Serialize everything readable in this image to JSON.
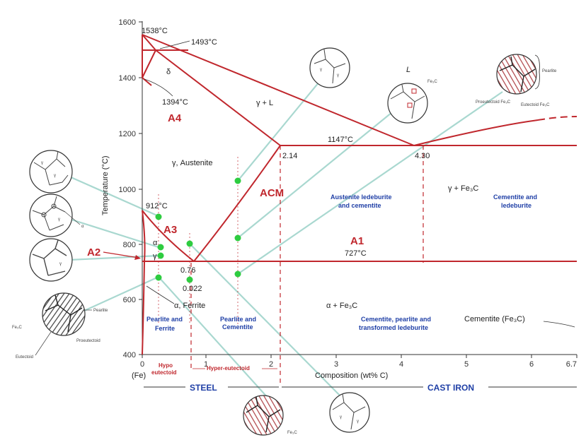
{
  "colors": {
    "phase_line": "#c0272d",
    "guide_line": "#a9d8d0",
    "green_marker": "#2ecc40",
    "region_text_blue": "#1f3fa6",
    "axis": "#333333"
  },
  "axes": {
    "xlabel": "Composition (wt% C)",
    "ylabel": "Temperature (°C)",
    "x_ticks": [
      "0",
      "1",
      "2",
      "3",
      "4",
      "5",
      "6",
      "6.7"
    ],
    "y_ticks": [
      "400",
      "600",
      "800",
      "1000",
      "1200",
      "1400",
      "1600"
    ],
    "origin_label": "(Fe)"
  },
  "annotations": {
    "t1538": "1538°C",
    "t1493": "1493°C",
    "t1394": "1394°C",
    "t1147": "1147°C",
    "t912": "912°C",
    "t727": "727°C",
    "c214": "2.14",
    "c430": "4.30",
    "c076": "0.76",
    "c0022": "0.022",
    "delta": "δ",
    "liquid": "L",
    "gamma_l": "γ + L",
    "austenite": "γ, Austenite",
    "alpha": "α",
    "gamma_small": "γ",
    "ferrite": "α, Ferrite",
    "gamma_fe3c": "γ + Fe₃C",
    "alpha_fe3c": "α + Fe₃C",
    "cementite_fe3c": "Cementite (Fe₃C)"
  },
  "critical_lines": {
    "a4": "A4",
    "a3": "A3",
    "acm": "ACM",
    "a1": "A1",
    "a2": "A2"
  },
  "regions": {
    "pearlite_ferrite": [
      "Pearlite and",
      "Ferrite"
    ],
    "pearlite_cementite": [
      "Pearlite and",
      "Cementite"
    ],
    "austenite_ledeburite": [
      "Austenite ledeburite",
      "and cementite"
    ],
    "cementite_ledeburite": [
      "Cementite and",
      "ledeburite"
    ],
    "cementite_pearlite": [
      "Cementite, pearlite and",
      "transformed ledeburite"
    ]
  },
  "bottom": {
    "hypo": [
      "Hypo",
      "eutectoid"
    ],
    "hyper": "Hyper-eutectoid",
    "steel": "STEEL",
    "cast_iron": "CAST IRON"
  },
  "micro_labels": {
    "pearlite": "Pearlite",
    "fe3c": "Fe₃C",
    "proeutectoid": "Proeutectoid",
    "eutectoid": "Eutectoid",
    "proeutectoid_fe3c": "Proeutectoid Fe₃C",
    "eutectoid_fe3c": "Eutectoid Fe₃C",
    "alpha": "α",
    "gamma": "γ"
  }
}
